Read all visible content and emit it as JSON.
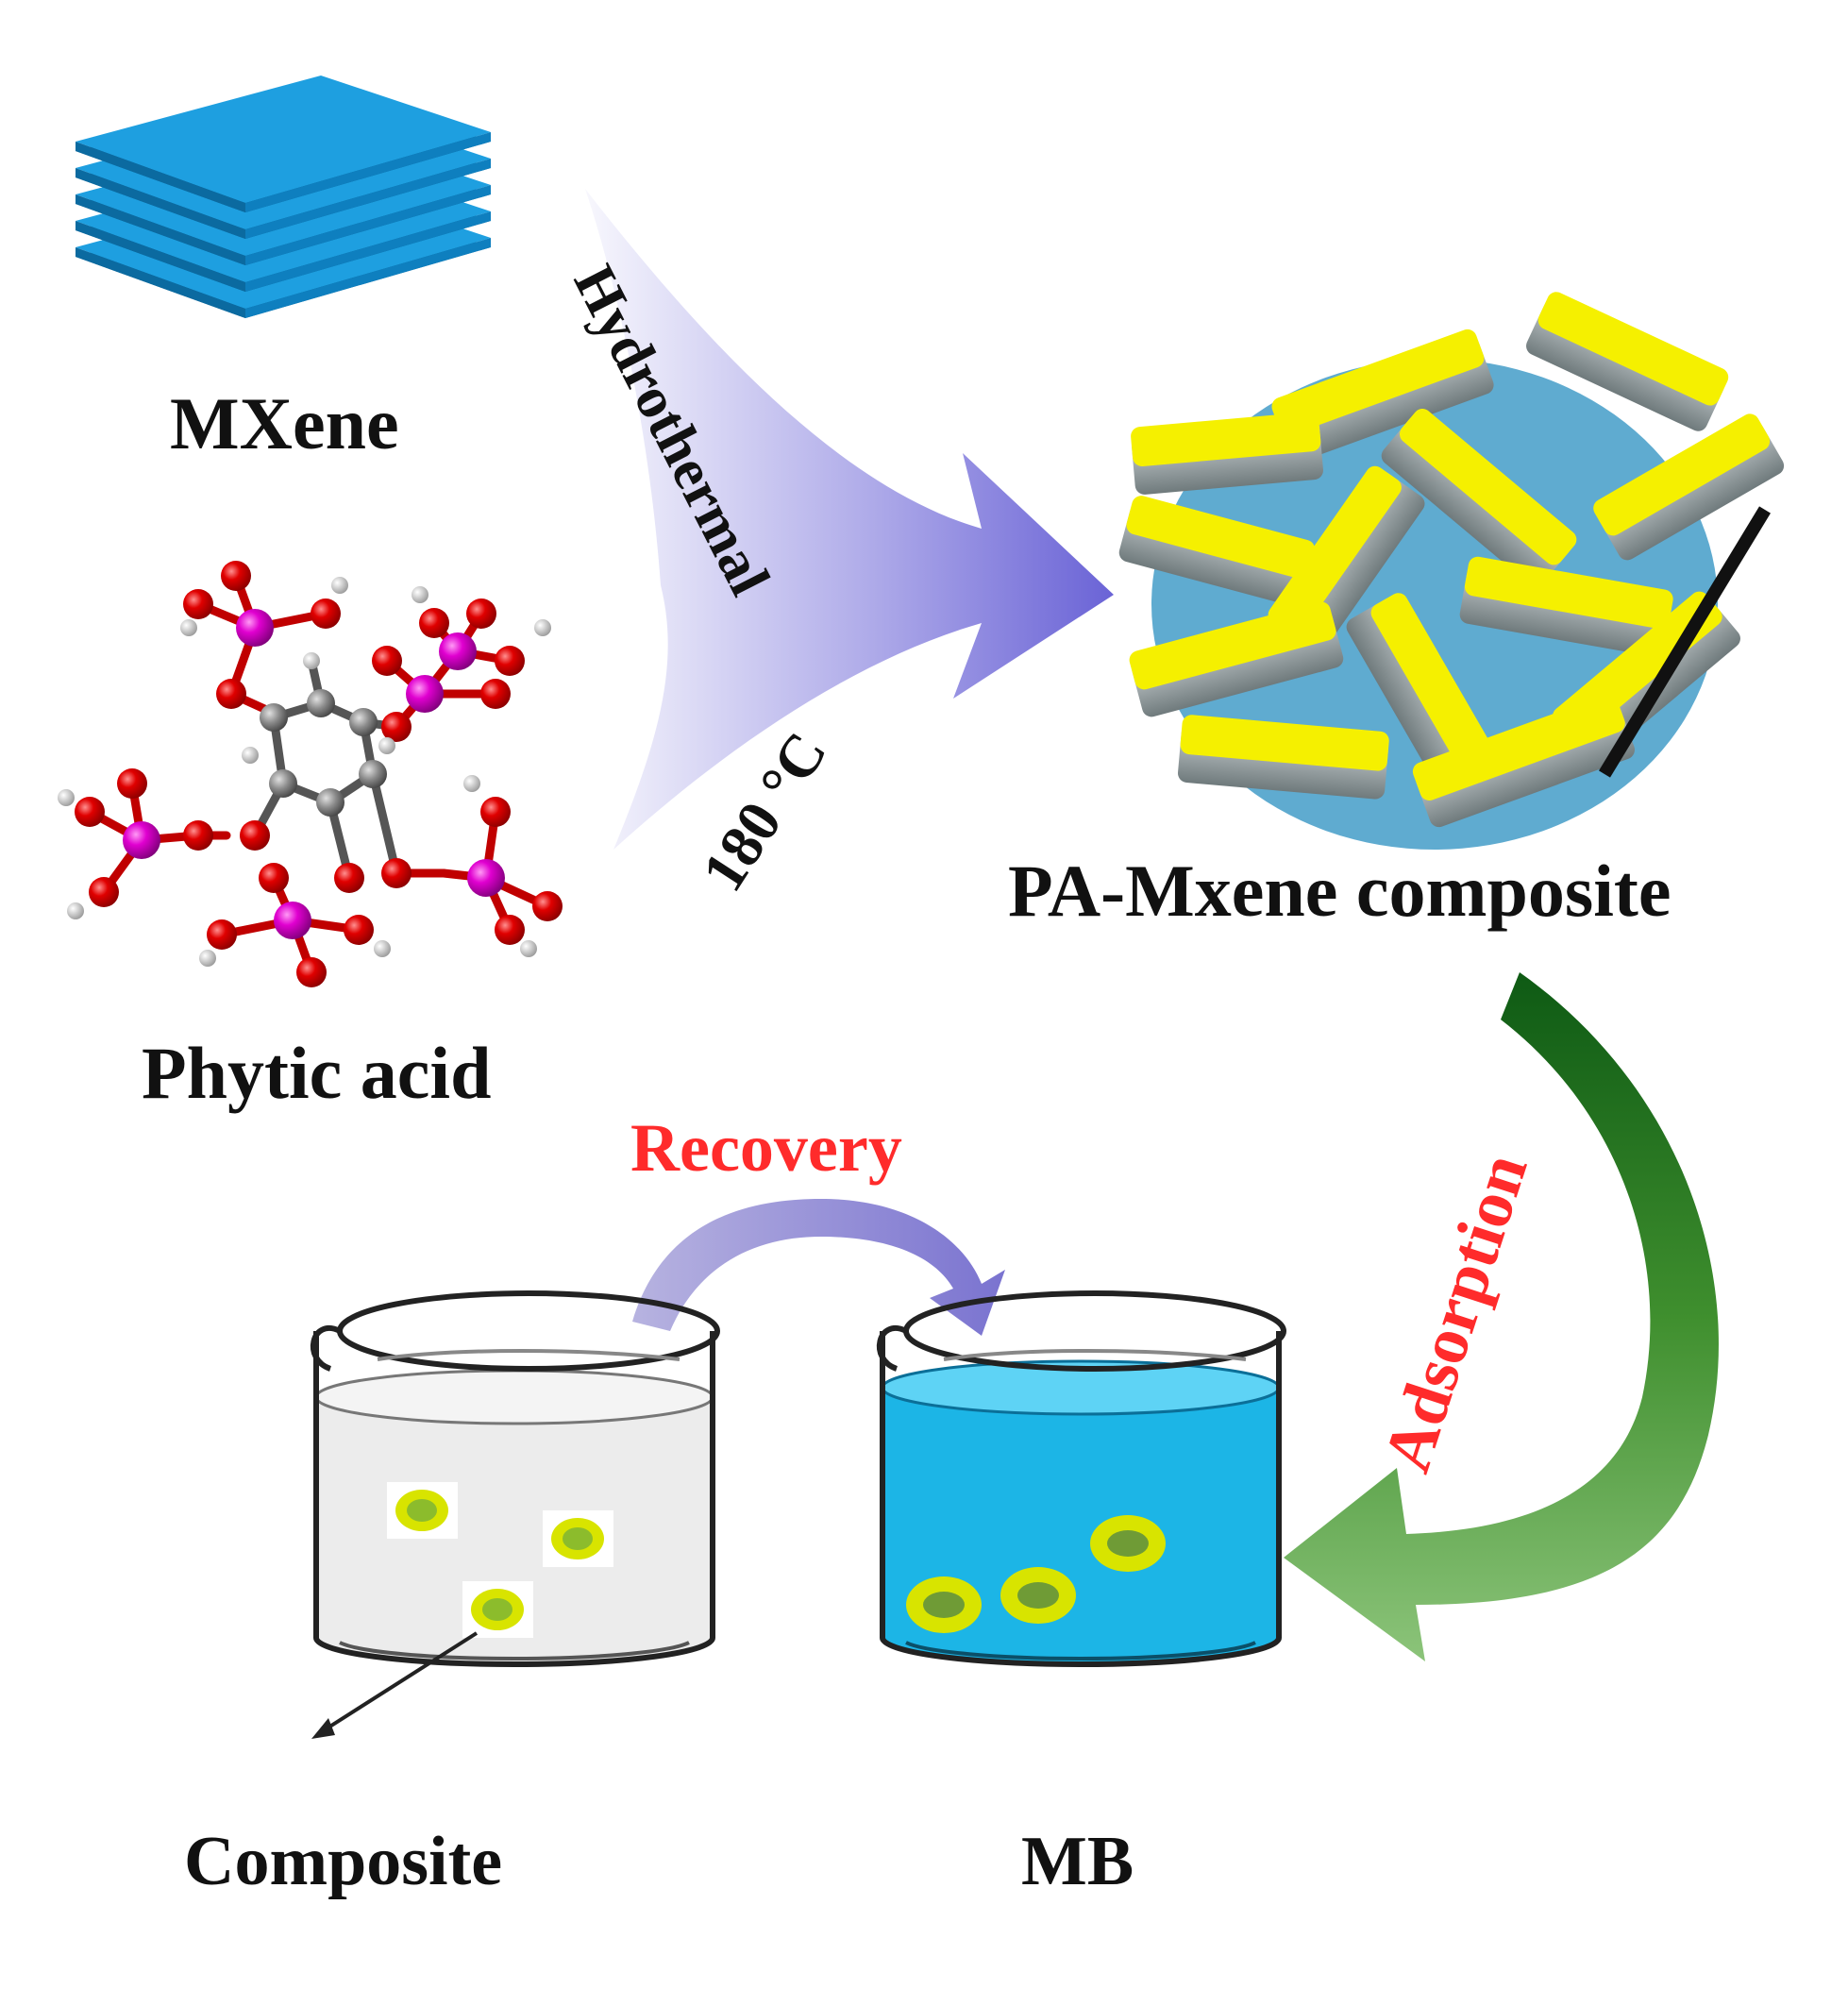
{
  "labels": {
    "mxene": "MXene",
    "phytic_acid": "Phytic acid",
    "pa_mxene_composite": "PA-Mxene composite",
    "composite": "Composite",
    "mb": "MB",
    "recovery": "Recovery",
    "adsorption": "Adsorption",
    "hydrothermal": "Hydrothermal",
    "temperature": "180 °C"
  },
  "colors": {
    "mxene_sheet": "#1e9fe0",
    "mxene_edge": "#0a5c8a",
    "oxygen_atom": "#e00000",
    "phosphorus_atom": "#e000d0",
    "carbon_atom": "#8a8a8a",
    "hydrogen_atom": "#e6e6e6",
    "rod_yellow": "#f5f000",
    "rod_shadow": "#7f8a8c",
    "synthesis_arrow": "#6a63d6",
    "adsorption_arrow_dark": "#0e5a14",
    "adsorption_arrow_light": "#7fbf6a",
    "recovery_arrow": "#8a84d6",
    "mb_solution": "#1cb5e6",
    "accent_text": "#ff2b2b"
  }
}
